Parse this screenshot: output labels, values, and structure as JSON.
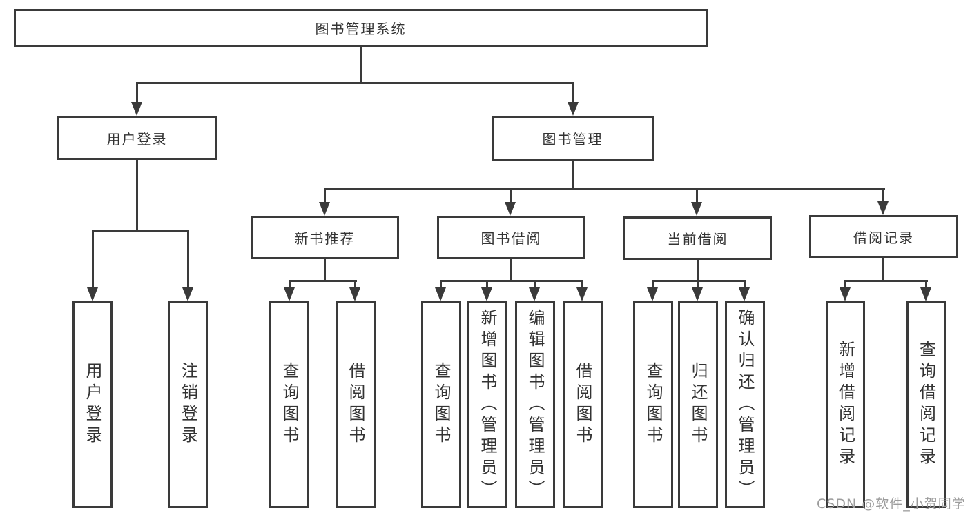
{
  "diagram": {
    "root": {
      "label": "图书管理系统"
    },
    "branches": [
      {
        "label": "用户登录",
        "leaves": [
          {
            "label": "用户登录"
          },
          {
            "label": "注销登录"
          }
        ]
      },
      {
        "label": "图书管理",
        "groups": [
          {
            "label": "新书推荐",
            "leaves": [
              {
                "label": "查询图书"
              },
              {
                "label": "借阅图书"
              }
            ]
          },
          {
            "label": "图书借阅",
            "leaves": [
              {
                "label": "查询图书"
              },
              {
                "label": "新增图书（管理员）"
              },
              {
                "label": "编辑图书（管理员）"
              },
              {
                "label": "借阅图书"
              }
            ]
          },
          {
            "label": "当前借阅",
            "leaves": [
              {
                "label": "查询图书"
              },
              {
                "label": "归还图书"
              },
              {
                "label": "确认归还（管理员）"
              }
            ]
          },
          {
            "label": "借阅记录",
            "leaves": [
              {
                "label": "新增借阅记录"
              },
              {
                "label": "查询借阅记录"
              }
            ]
          }
        ]
      }
    ]
  },
  "watermark": {
    "text": "CSDN @软件_小贺同学"
  },
  "colors": {
    "line": "#3a3a3a",
    "text": "#333333",
    "watermark": "#9c9c9c",
    "background": "#ffffff"
  }
}
